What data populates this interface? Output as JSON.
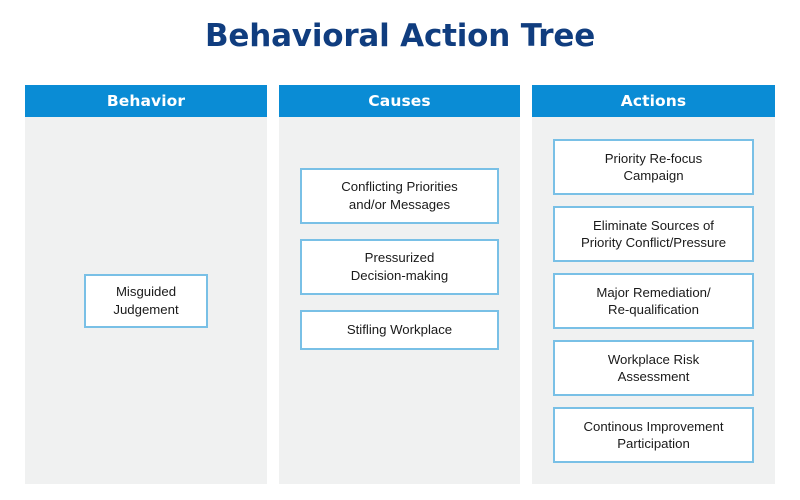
{
  "title": "Behavioral Action Tree",
  "colors": {
    "title": "#103d7f",
    "header_bg": "#0a8cd5",
    "header_text": "#ffffff",
    "column_bg": "#f0f1f1",
    "card_border": "#79c0e6",
    "card_bg": "#ffffff",
    "card_text": "#1a1a1a",
    "page_bg": "#ffffff"
  },
  "columns": [
    {
      "header": "Behavior",
      "cards": [
        {
          "text": "Misguided\nJudgement"
        }
      ]
    },
    {
      "header": "Causes",
      "cards": [
        {
          "text": "Conflicting Priorities\nand/or Messages"
        },
        {
          "text": "Pressurized\nDecision-making"
        },
        {
          "text": "Stifling Workplace"
        }
      ]
    },
    {
      "header": "Actions",
      "cards": [
        {
          "text": "Priority Re-focus\nCampaign"
        },
        {
          "text": "Eliminate Sources of\nPriority Conflict/Pressure"
        },
        {
          "text": "Major Remediation/\nRe-qualification"
        },
        {
          "text": "Workplace Risk\nAssessment"
        },
        {
          "text": "Continous Improvement\nParticipation"
        }
      ]
    }
  ]
}
